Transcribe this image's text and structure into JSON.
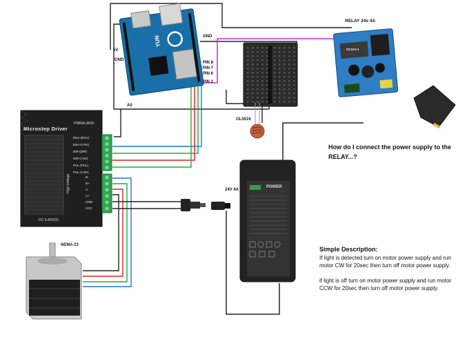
{
  "labels": {
    "relay": "RELAY 24v 4A",
    "gnd_relay": "GND",
    "five_v": "5V",
    "gnd_left": "GND",
    "pin8": "PIN 8",
    "pin7": "PIN 7",
    "pin6": "PIN 6",
    "pin2": "PIN 2",
    "a0": "A0",
    "ldr": "GL5516",
    "psu": "24V 4A",
    "motor": "NEMA 23",
    "relay_part": "DC24V-4",
    "power_brand": "POWER"
  },
  "driver": {
    "title": "Microstep Driver",
    "model": "PWRALARM",
    "voltage": "DC 9-40VDC",
    "signal_pins": [
      "ENA-(ENA)",
      "ENA+(+5V)",
      "DIR-(DIR)",
      "DIR+(+5V)",
      "PUL-(PUL)",
      "PUL+(+5V)"
    ],
    "power_pins": [
      "B-",
      "B+",
      "A-",
      "A+",
      "GND",
      "VCC"
    ],
    "high_voltage": "High Voltage"
  },
  "question": "How do I connect the power supply to the RELAY...?",
  "description": {
    "heading": "Simple Description:",
    "para1": "If light is detected turn on motor power supply and run motor CW for 20sec then turn off motor power supply.",
    "para2": "if light is off turn on motor power supply and run motor CCW for 20sec then turn off motor power supply."
  },
  "colors": {
    "wire_black": "#222222",
    "wire_magenta": "#d62fd6",
    "wire_red": "#e02020",
    "wire_green": "#1faa3a",
    "wire_blue": "#1f77d4",
    "arduino_blue": "#1a6fa8",
    "relay_board": "#2f7dc2"
  }
}
